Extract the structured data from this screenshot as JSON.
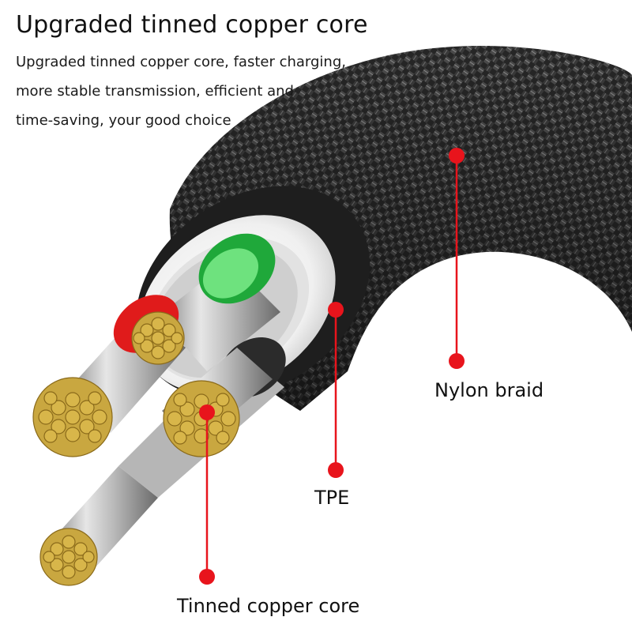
{
  "heading": "Upgraded tinned copper core",
  "description_lines": [
    "Upgraded tinned copper core, faster charging,",
    "more stable transmission, efficient and",
    "time-saving, your good choice"
  ],
  "labels": {
    "nylon": "Nylon braid",
    "tpe": "TPE",
    "copper": "Tinned copper core"
  },
  "colors": {
    "braid": "#2b2b2b",
    "tpe_jacket": "#f4f4f4",
    "copper": "#d8b64a",
    "wire_red": "#e01b1b",
    "wire_green": "#1fa83a",
    "wire_white": "#e9e9e9",
    "callout_line": "#e8141c"
  }
}
